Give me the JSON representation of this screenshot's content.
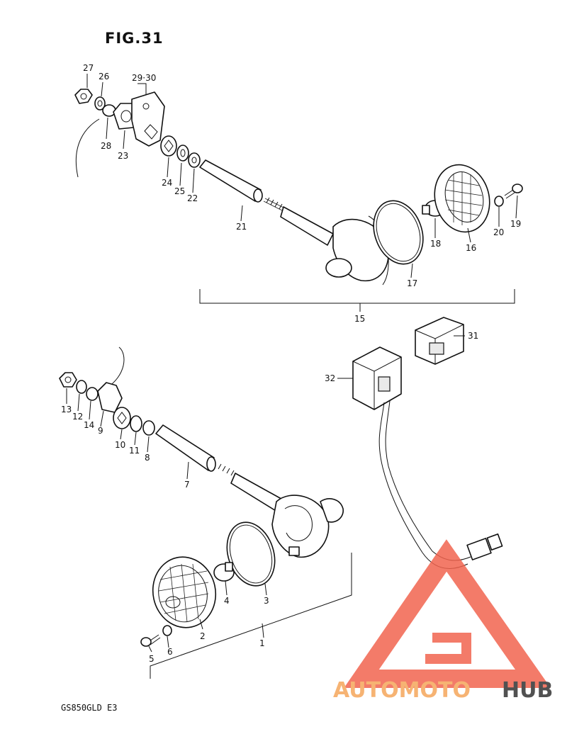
{
  "figure": {
    "title": "FIG.31",
    "model": "GS850GLD E3"
  },
  "watermark": {
    "brand_text_a": "AUTOMOTO",
    "brand_text_b": "HUB",
    "colors": {
      "accent": "#f2644f",
      "accent_light": "#f5b35b",
      "dark": "#333333"
    }
  },
  "callouts": {
    "c1": "1",
    "c2": "2",
    "c3": "3",
    "c4": "4",
    "c5": "5",
    "c6": "6",
    "c7": "7",
    "c8": "8",
    "c9": "9",
    "c10": "10",
    "c11": "11",
    "c12": "12",
    "c13": "13",
    "c14": "14",
    "c15": "15",
    "c16": "16",
    "c17": "17",
    "c18": "18",
    "c19": "19",
    "c20": "20",
    "c21": "21",
    "c22": "22",
    "c23": "23",
    "c24": "24",
    "c25": "25",
    "c26": "26",
    "c27": "27",
    "c28": "28",
    "c29_30": "29·30",
    "c31": "31",
    "c32": "32"
  }
}
